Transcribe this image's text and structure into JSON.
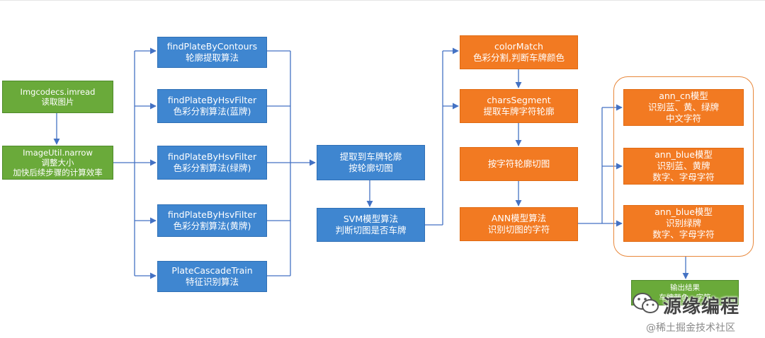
{
  "input": {
    "imread": [
      "Imgcodecs.imread",
      "读取图片"
    ],
    "narrow": [
      "ImageUtil.narrow",
      "调整大小",
      "加快后续步骤的计算效率"
    ]
  },
  "locate": [
    [
      "findPlateByContours",
      "轮廓提取算法"
    ],
    [
      "findPlateByHsvFilter",
      "色彩分割算法(蓝牌)"
    ],
    [
      "findPlateByHsvFilter",
      "色彩分割算法(绿牌)"
    ],
    [
      "findPlateByHsvFilter",
      "色彩分割算法(黄牌)"
    ],
    [
      "PlateCascadeTrain",
      "特征识别算法"
    ]
  ],
  "extract": {
    "crop": [
      "提取到车牌轮廓",
      "按轮廓切图"
    ],
    "svm": [
      "SVM模型算法",
      "判断切图是否车牌"
    ]
  },
  "segment": [
    [
      "colorMatch",
      "色彩分割,判断车牌颜色"
    ],
    [
      "charsSegment",
      "提取车牌字符轮廓"
    ],
    [
      "按字符轮廓切图"
    ],
    [
      "ANN模型算法",
      "识别切图的字符"
    ]
  ],
  "ann": [
    [
      "ann_cn模型",
      "识别蓝、黄、绿牌",
      "中文字符"
    ],
    [
      "ann_blue模型",
      "识别蓝、黄牌",
      "数字、字母字符"
    ],
    [
      "ann_blue模型",
      "识别绿牌",
      "数字、字母字符"
    ]
  ],
  "output": [
    "输出结果",
    "车牌颜色、字符"
  ],
  "watermark": {
    "title": "源缘编程",
    "credit": "@稀土掘金技术社区",
    "logo_icon": "wechat-logo-icon"
  },
  "colors": {
    "green": "#6aaa3a",
    "blue": "#3f86d0",
    "orange": "#f27a22",
    "connector": "#4472c4",
    "group_border": "#e8873a"
  }
}
